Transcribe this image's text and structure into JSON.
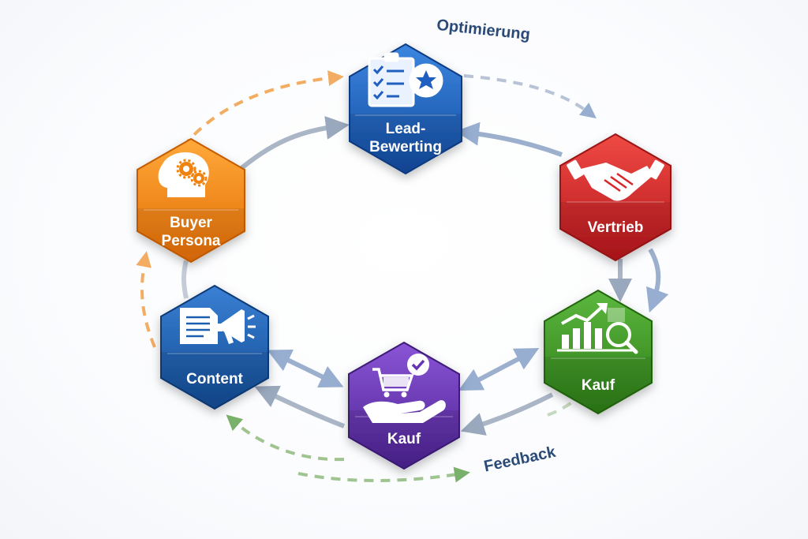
{
  "diagram": {
    "nodes": [
      {
        "id": "lead",
        "label_lines": [
          "Lead-",
          "Bewerting"
        ],
        "color": "#1f5fbf",
        "icon": "checklist-star-icon"
      },
      {
        "id": "vertrieb",
        "label_lines": [
          "Vertrieb"
        ],
        "color": "#d8262a",
        "icon": "handshake-icon"
      },
      {
        "id": "kauf-growth",
        "label_lines": [
          "Kauf"
        ],
        "color": "#3f9a26",
        "icon": "growth-chart-magnifier-icon"
      },
      {
        "id": "kauf-cart",
        "label_lines": [
          "Kauf"
        ],
        "color": "#6434b3",
        "icon": "hand-cart-check-icon"
      },
      {
        "id": "content",
        "label_lines": [
          "Content"
        ],
        "color": "#1d5eb0",
        "icon": "document-megaphone-icon"
      },
      {
        "id": "buyer",
        "label_lines": [
          "Buyer",
          "Persona"
        ],
        "color": "#f0830f",
        "icon": "head-gears-icon"
      }
    ],
    "flow_labels": {
      "optimierung": "Optimierung",
      "feedback": "Feedback"
    }
  }
}
